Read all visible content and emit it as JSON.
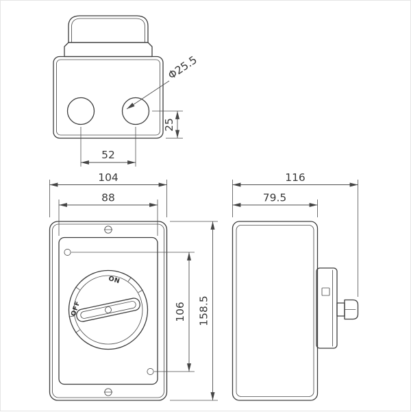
{
  "drawing": {
    "dims": {
      "knockout_diameter": "Φ25.5",
      "knockout_offset": "25",
      "knockout_spacing": "52",
      "body_width": "104",
      "plate_width": "88",
      "hole_spacing": "106",
      "body_height": "158.5",
      "total_depth": "116",
      "body_depth": "79.5"
    },
    "labels": {
      "on": "ON",
      "off": "OFF"
    },
    "colors": {
      "object_line": "#3c3c3c",
      "dimension_line": "#4d4d4d",
      "background": "#ffffff"
    }
  }
}
